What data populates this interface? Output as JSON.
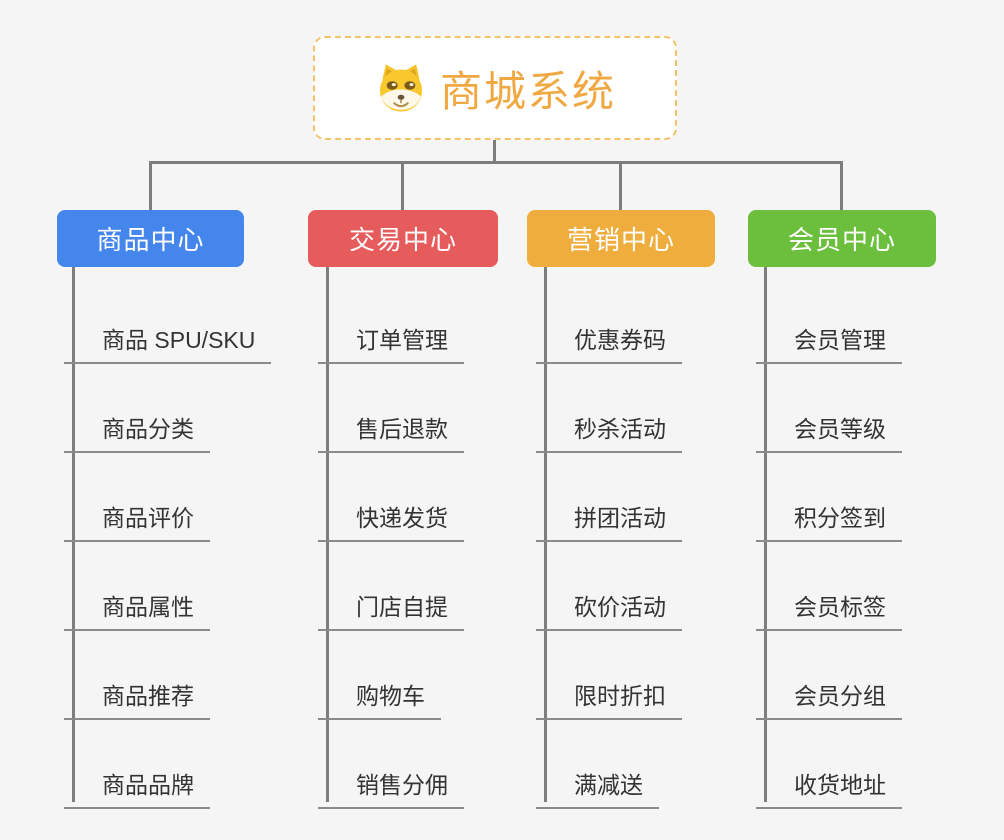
{
  "page": {
    "background_color": "#f5f5f5",
    "connector_color": "#7d7d7d",
    "underline_color": "#8a8a8a"
  },
  "root": {
    "title": "商城系统",
    "icon": "dog-face-icon",
    "text_color": "#f0a843",
    "border_color": "#f5c26b"
  },
  "branches": [
    {
      "label": "商品中心",
      "color": "#4486ec",
      "items": [
        "商品 SPU/SKU",
        "商品分类",
        "商品评价",
        "商品属性",
        "商品推荐",
        "商品品牌"
      ]
    },
    {
      "label": "交易中心",
      "color": "#e65b5b",
      "items": [
        "订单管理",
        "售后退款",
        "快递发货",
        "门店自提",
        "购物车",
        "销售分佣"
      ]
    },
    {
      "label": "营销中心",
      "color": "#efad3e",
      "items": [
        "优惠券码",
        "秒杀活动",
        "拼团活动",
        "砍价活动",
        "限时折扣",
        "满减送"
      ]
    },
    {
      "label": "会员中心",
      "color": "#6cbe3d",
      "items": [
        "会员管理",
        "会员等级",
        "积分签到",
        "会员标签",
        "会员分组",
        "收货地址"
      ]
    }
  ]
}
